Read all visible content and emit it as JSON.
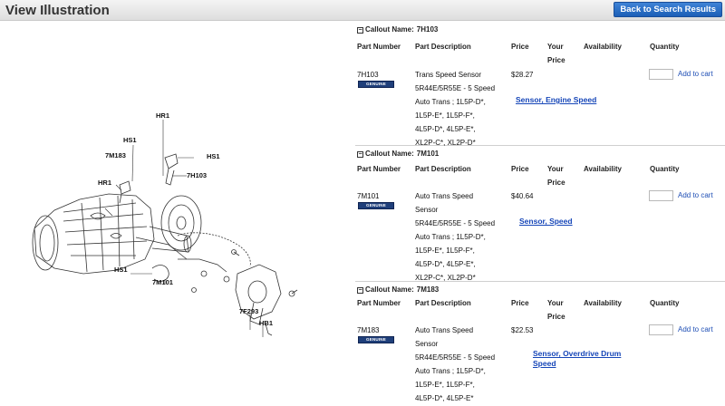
{
  "header": {
    "title": "View Illustration",
    "back_button": "Back to Search Results"
  },
  "diagram": {
    "labels": [
      "HR1",
      "HS1",
      "7M183",
      "HS1",
      "7H103",
      "HR1",
      "HS1",
      "7M101",
      "7F293",
      "HB1"
    ]
  },
  "table_headers": {
    "part_number": "Part Number",
    "part_description": "Part Description",
    "price": "Price",
    "your_price": "Your Price",
    "availability": "Availability",
    "quantity": "Quantity"
  },
  "callouts": [
    {
      "prefix": "Callout Name:",
      "name": "7H103",
      "part_number": "7H103",
      "brand_badge": "GENUINE PARTS",
      "description_lines": [
        "Trans Speed Sensor",
        "5R44E/5R55E - 5 Speed",
        "Auto Trans ; 1L5P-D*,",
        "1L5P-E*, 1L5P-F*,",
        "4L5P-D*, 4L5P-E*,",
        "XL2P-C*, XL2P-D*"
      ],
      "price": "$28.27",
      "add_to_cart": "Add to cart",
      "category_link": "Sensor, Engine Speed"
    },
    {
      "prefix": "Callout Name:",
      "name": "7M101",
      "part_number": "7M101",
      "brand_badge": "GENUINE PARTS",
      "description_lines": [
        "Auto Trans Speed",
        "Sensor",
        "5R44E/5R55E - 5 Speed",
        "Auto Trans ; 1L5P-D*,",
        "1L5P-E*, 1L5P-F*,",
        "4L5P-D*, 4L5P-E*,",
        "XL2P-C*, XL2P-D*"
      ],
      "price": "$40.64",
      "add_to_cart": "Add to cart",
      "category_link": "Sensor, Speed"
    },
    {
      "prefix": "Callout Name:",
      "name": "7M183",
      "part_number": "7M183",
      "brand_badge": "GENUINE PARTS",
      "description_lines": [
        "Auto Trans Speed",
        "Sensor",
        "5R44E/5R55E - 5 Speed",
        "Auto Trans ; 1L5P-D*,",
        "1L5P-E*, 1L5P-F*,",
        "4L5P-D*, 4L5P-E*"
      ],
      "price": "$22.53",
      "add_to_cart": "Add to cart",
      "category_link_lines": [
        "Sensor, Overdrive Drum",
        "Speed"
      ]
    }
  ]
}
